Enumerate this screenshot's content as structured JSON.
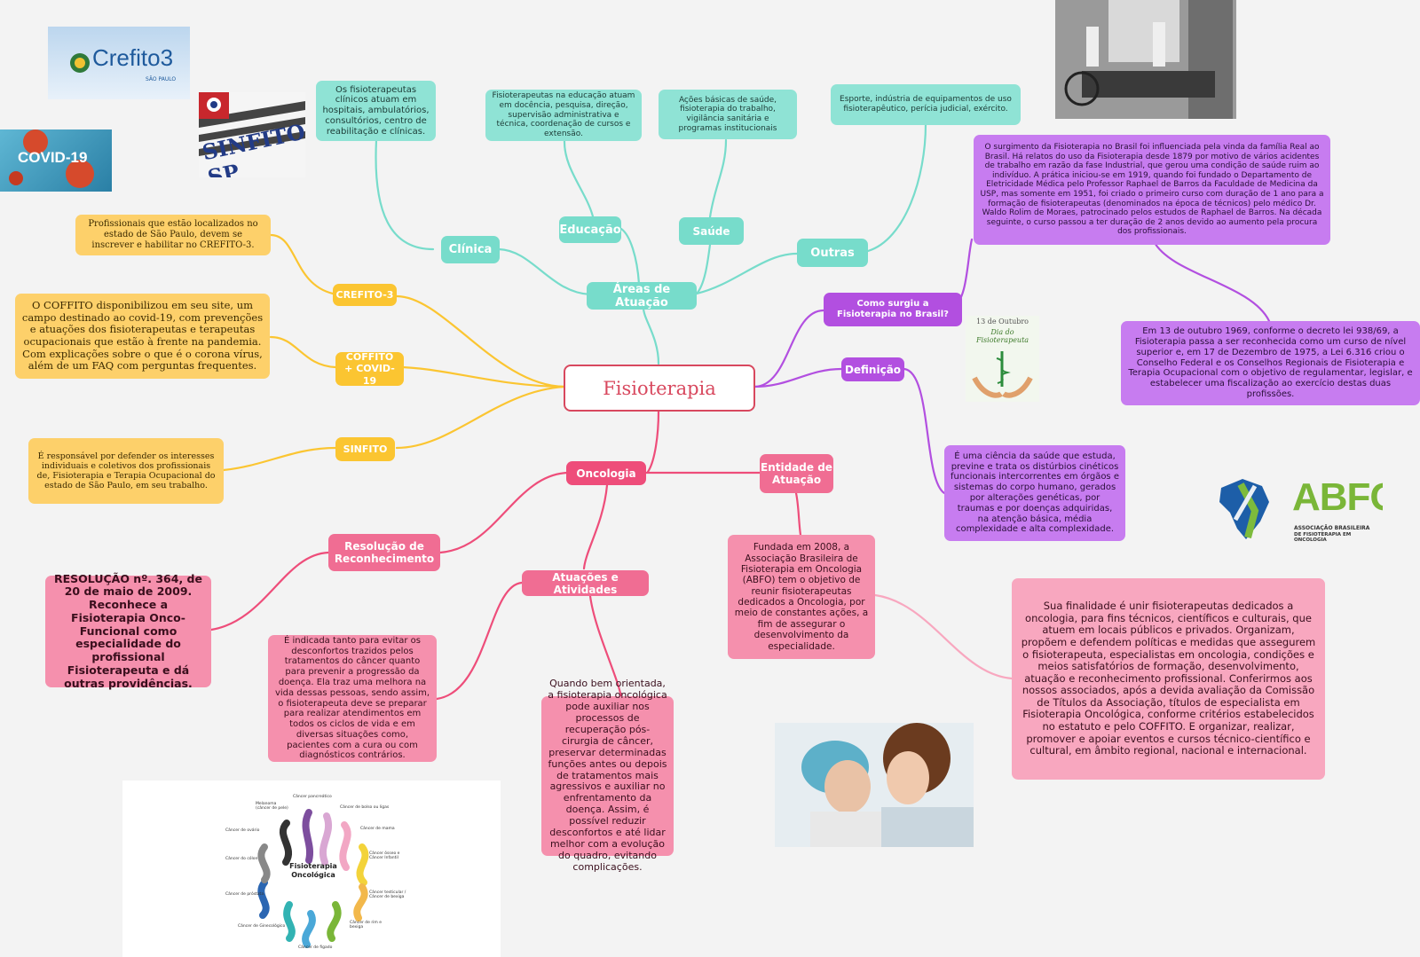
{
  "center": {
    "label": "Fisioterapia"
  },
  "areas": {
    "hub": "Áreas de Atuação",
    "clinica": {
      "label": "Clínica",
      "text": "Os fisioterapeutas clínicos atuam em hospitais, ambulatórios, consultórios, centro de reabilitação e clínicas."
    },
    "educacao": {
      "label": "Educação",
      "text": "Fisioterapeutas na educação atuam em docência, pesquisa, direção, supervisão administrativa e técnica, coordenação de cursos e extensão."
    },
    "saude": {
      "label": "Saúde",
      "text": "Ações básicas de saúde, fisioterapia do trabalho, vigilância sanitária e programas institucionais"
    },
    "outras": {
      "label": "Outras",
      "text": "Esporte, indústria de equipamentos de uso fisioterapêutico, perícia judicial, exército."
    }
  },
  "left": {
    "crefito": {
      "label": "CREFITO-3",
      "text": "Profissionais que estão localizados no estado de São Paulo, devem se inscrever e habilitar no CREFITO-3."
    },
    "coffito": {
      "label": "COFFITO + COVID-19",
      "text": "O COFFITO disponibilizou em seu site, um campo destinado ao covid-19, com prevenções e atuações dos fisioterapeutas e terapeutas ocupacionais que estão à frente na pandemia. Com explicações sobre o que é o corona vírus, além de um FAQ com perguntas frequentes."
    },
    "sinfito": {
      "label": "SINFITO",
      "text": "É responsável por defender os interesses individuais e coletivos dos profissionais de, Fisioterapia e Terapia Ocupacional do estado de São Paulo, em seu trabalho."
    }
  },
  "right": {
    "surgiu": {
      "label": "Como surgiu a Fisioterapia no Brasil?",
      "text": "O surgimento da Fisioterapia no Brasil foi influenciada pela vinda da família Real ao Brasil. Há relatos do uso da Fisioterapia desde 1879 por motivo de vários acidentes de trabalho em razão da fase Industrial, que gerou uma condição de saúde ruim ao indivíduo. A prática iniciou-se em 1919, quando foi fundado o Departamento de Eletricidade Médica pelo Professor Raphael de Barros da Faculdade de Medicina da USP, mas somente em 1951, foi criado o primeiro curso com duração de 1 ano para a formação de fisioterapeutas (denominados na época de técnicos) pelo médico Dr. Waldo Rolim de Moraes, patrocinado pelos estudos de Raphael de Barros. Na década seguinte, o curso passou a ter duração de 2 anos devido ao aumento pela procura dos profissionais.",
      "text2": "Em 13 de outubro 1969, conforme o decreto lei 938/69, a Fisioterapia passa a ser reconhecida como um curso de nível superior e, em 17 de Dezembro de 1975, a Lei 6.316 criou o Conselho Federal e os Conselhos Regionais de Fisioterapia e Terapia Ocupacional com o objetivo de regulamentar, legislar, e estabelecer uma fiscalização ao exercício destas duas profissões."
    },
    "definicao": {
      "label": "Definição",
      "text": "É uma ciência da saúde que estuda, previne e trata os distúrbios cinéticos funcionais intercorrentes em órgãos e sistemas do corpo humano, gerados por alterações genéticas, por traumas e por doenças adquiridas, na atenção básica, média complexidade e alta complexidade."
    }
  },
  "onco": {
    "hub": "Oncologia",
    "entidade": {
      "label": "Entidade de Atuação",
      "text": "Fundada em 2008, a Associação Brasileira de Fisioterapia em Oncologia (ABFO) tem o objetivo de reunir fisioterapeutas dedicados a Oncologia, por meio de constantes ações, a fim de assegurar o desenvolvimento da especialidade.",
      "text2": "Sua finalidade é unir fisioterapeutas dedicados a oncologia, para fins técnicos, científicos e culturais, que atuem em locais públicos e privados. Organizam, propõem e defendem políticas e medidas que assegurem o fisioterapeuta, especialistas em oncologia, condições e meios satisfatórios de formação, desenvolvimento, atuação e reconhecimento profissional. Conferirmos aos nossos associados, após a devida avaliação da Comissão de Títulos da Associação, títulos de especialista em Fisioterapia Oncológica, conforme critérios estabelecidos no estatuto e pelo COFFITO. E organizar, realizar, promover e apoiar eventos e cursos técnico-científico e cultural, em âmbito regional, nacional e internacional."
    },
    "resolucao": {
      "label": "Resolução de Reconhecimento",
      "text": "RESOLUÇÃO nº. 364, de 20 de maio de 2009. Reconhece a Fisioterapia Onco-Funcional como especialidade do profissional Fisioterapeuta e dá outras providências."
    },
    "atuacoes": {
      "label": "Atuações e Atividades",
      "text": "É indicada tanto para evitar os desconfortos trazidos pelos tratamentos do câncer quanto para prevenir a progressão da doença. Ela traz uma melhora na vida dessas pessoas, sendo assim, o fisioterapeuta deve se preparar para realizar atendimentos em todos os ciclos de vida e em diversas situações como, pacientes com a cura ou com diagnósticos contrários.",
      "text2": "Quando bem orientada, a fisioterapia oncológica pode auxiliar nos processos de recuperação pós-cirurgia de câncer, preservar determinadas funções antes ou depois de tratamentos mais agressivos e auxiliar no enfrentamento da doença. Assim, é possível reduzir desconfortos e até lidar melhor com a evolução do quadro, evitando complicações."
    }
  },
  "images": {
    "crefito_logo": "Crefito3",
    "crefito_sub": "SÃO PAULO",
    "covid_text": "COVID-19",
    "sinfito_text": "SINFITO-SP",
    "dia_date": "13 de Outubro",
    "dia_title": "Dia do Fisioterapeuta",
    "abfo_title": "ABFO",
    "abfo_sub1": "ASSOCIAÇÃO BRASILEIRA",
    "abfo_sub2": "DE FISIOTERAPIA EM ONCOLOGIA",
    "ribbon_center1": "Fisioterapia",
    "ribbon_center2": "Oncológica",
    "ribbon_labels": [
      "Câncer pancreático",
      "Câncer de bolso ou ligas",
      "Câncer de mama",
      "Câncer ósseo e Câncer Infantil",
      "Câncer testicular / Câncer de bexiga",
      "Câncer de rim e bexiga",
      "Câncer de fígado",
      "Câncer de Ginecológico",
      "Câncer de próstata",
      "Câncer do cólon",
      "Câncer de ovário",
      "Melanoma (câncer de pele)"
    ]
  },
  "colors": {
    "teal": "#77dccb",
    "yellow": "#fbc531",
    "purple": "#b24fe0",
    "pink": "#ee4d7a",
    "center_border": "#d8485e"
  }
}
